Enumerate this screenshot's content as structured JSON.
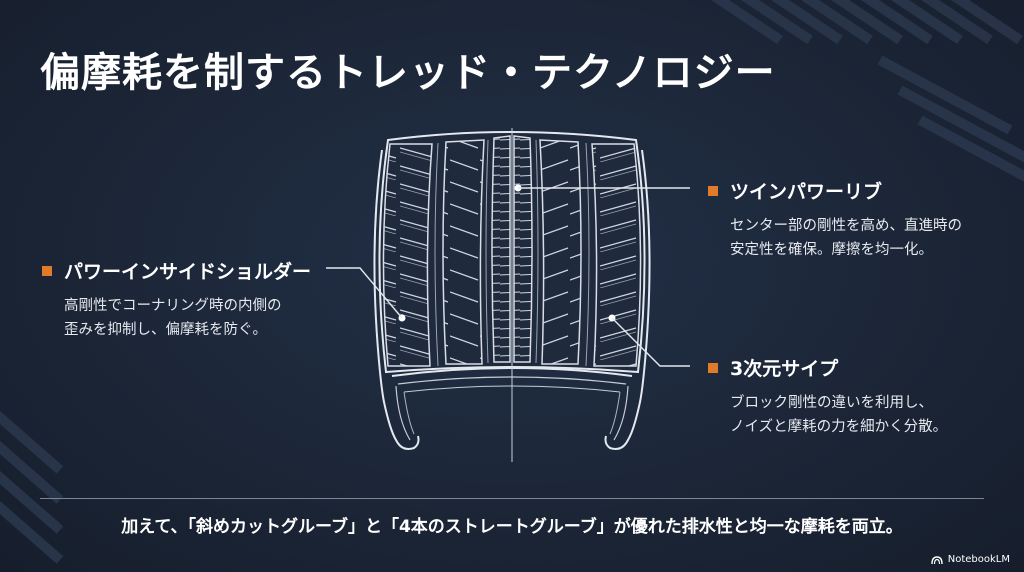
{
  "title": "偏摩耗を制するトレッド・テクノロジー",
  "callouts": {
    "left": {
      "heading": "パワーインサイドショルダー",
      "lines": [
        "高剛性でコーナリング時の内側の",
        "歪みを抑制し、偏摩耗を防ぐ。"
      ]
    },
    "top_right": {
      "heading": "ツインパワーリブ",
      "lines": [
        "センター部の剛性を高め、直進時の",
        "安定性を確保。摩擦を均一化。"
      ]
    },
    "bottom_right": {
      "heading": "3次元サイプ",
      "lines": [
        "ブロック剛性の違いを利用し、",
        "ノイズと摩耗の力を細かく分散。"
      ]
    }
  },
  "footer": "加えて、「斜めカットグルーブ」と「4本のストレートグルーブ」が優れた排水性と均一な摩耗を両立。",
  "brand": "NotebookLM",
  "colors": {
    "background": "#1c2536",
    "accent": "#e07b2a",
    "line": "#d8dde6"
  },
  "icons": {
    "bullet": "orange-square-bullet",
    "brand": "notebooklm-logo-icon"
  }
}
